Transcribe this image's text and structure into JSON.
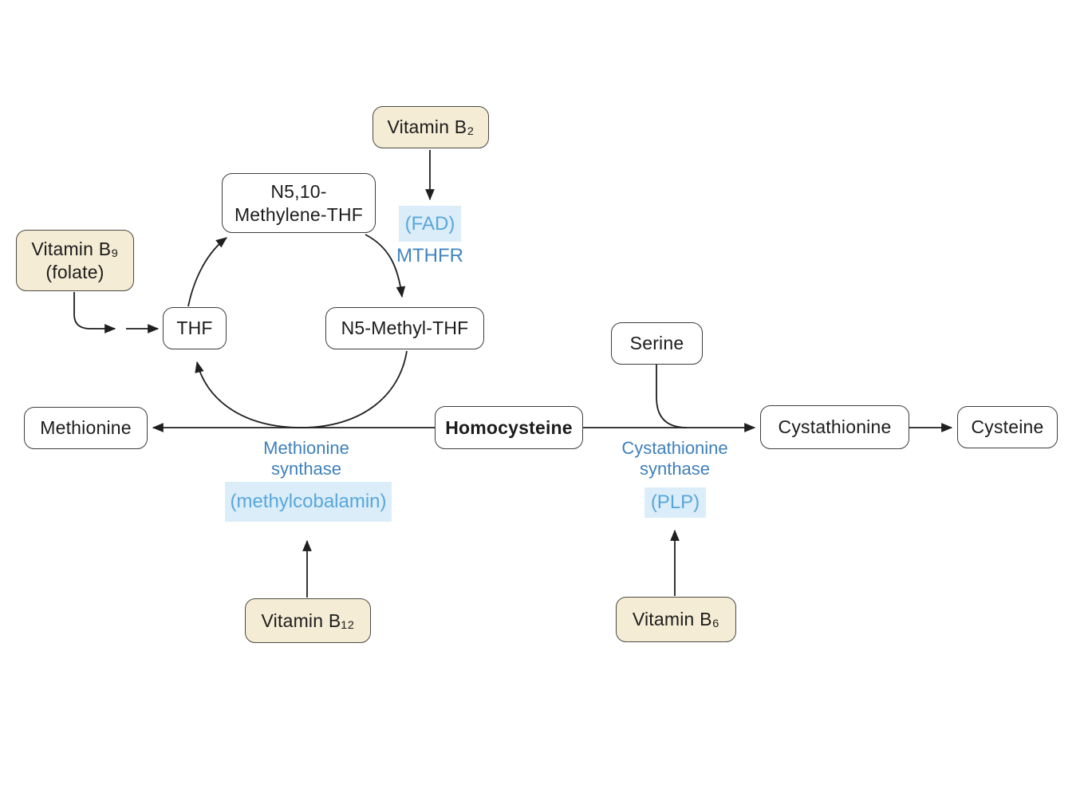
{
  "diagram": {
    "description": "Homocysteine and folate metabolism pathway with B-vitamin cofactors",
    "colors": {
      "background": "#ffffff",
      "vitamin_box_fill": "#f5ecd5",
      "metabolite_box_fill": "#ffffff",
      "box_border": "#3d3d3d",
      "enzyme_text": "#3e80bb",
      "cofactor_text": "#58a7db",
      "cofactor_highlight": "#dbedf9",
      "arrow": "#1f1f1f"
    },
    "nodes": {
      "vitamin_b2": {
        "label": "Vitamin B₂",
        "type": "vitamin"
      },
      "n510_methylene_thf": {
        "line1": "N5,10-",
        "line2": "Methylene-THF",
        "type": "metabolite"
      },
      "vitamin_b9": {
        "line1": "Vitamin B₉",
        "line2": "(folate)",
        "type": "vitamin"
      },
      "thf": {
        "label": "THF",
        "type": "metabolite"
      },
      "n5_methyl_thf": {
        "label": "N5-Methyl-THF",
        "type": "metabolite"
      },
      "serine": {
        "label": "Serine",
        "type": "metabolite"
      },
      "methionine": {
        "label": "Methionine",
        "type": "metabolite"
      },
      "homocysteine": {
        "label": "Homocysteine",
        "type": "metabolite"
      },
      "cystathionine": {
        "label": "Cystathionine",
        "type": "metabolite"
      },
      "cysteine": {
        "label": "Cysteine",
        "type": "metabolite"
      },
      "vitamin_b12": {
        "label": "Vitamin B₁₂",
        "type": "vitamin"
      },
      "vitamin_b6": {
        "label": "Vitamin B₆",
        "type": "vitamin"
      }
    },
    "enzymes": {
      "mthfr": {
        "cofactor": "(FAD)",
        "name": "MTHFR"
      },
      "methionine_synthase": {
        "name_line1": "Methionine",
        "name_line2": "synthase",
        "cofactor": "(methylcobalamin)"
      },
      "cystathionine_synthase": {
        "name_line1": "Cystathionine",
        "name_line2": "synthase",
        "cofactor": "(PLP)"
      }
    },
    "edges": [
      {
        "from": "vitamin_b2",
        "to": "mthfr"
      },
      {
        "from": "vitamin_b9",
        "to": "thf"
      },
      {
        "from": "thf",
        "to": "n510_methylene_thf"
      },
      {
        "from": "n510_methylene_thf",
        "to": "n5_methyl_thf",
        "via": "mthfr"
      },
      {
        "from": "n5_methyl_thf",
        "to": "thf"
      },
      {
        "from": "homocysteine",
        "to": "methionine",
        "via": "methionine_synthase"
      },
      {
        "from": "homocysteine",
        "to": "cystathionine",
        "via": "cystathionine_synthase"
      },
      {
        "from": "serine",
        "to": "cystathionine"
      },
      {
        "from": "cystathionine",
        "to": "cysteine"
      },
      {
        "from": "vitamin_b12",
        "to": "methionine_synthase"
      },
      {
        "from": "vitamin_b6",
        "to": "cystathionine_synthase"
      }
    ]
  }
}
